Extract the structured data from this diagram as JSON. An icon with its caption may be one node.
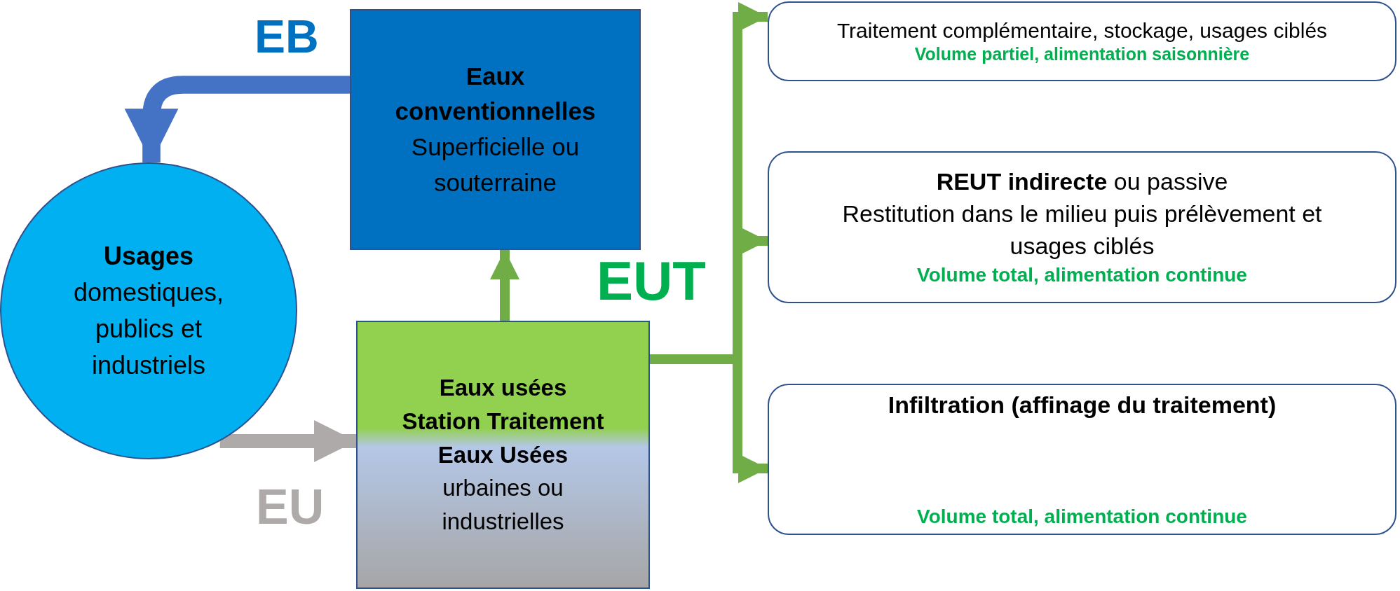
{
  "diagram": {
    "nodes": [
      {
        "text": [
          "Eaux conventionnelles",
          "Superficielle ou souterraine"
        ]
      },
      {
        "text": [
          "Usages",
          "domestiques, publics et industriels"
        ]
      },
      {
        "text": [
          "Eaux usées",
          "Station Traitement Eaux Usées",
          "urbaines ou industrielles"
        ]
      },
      {
        "text": [
          "Traitement complémentaire, stockage, usages ciblés",
          "Volume partiel, alimentation saisonnière"
        ]
      },
      {
        "text": [
          "**REUT indirecte** ou passive",
          "Restitution dans le milieu puis prélèvement et usages ciblés",
          "Volume total, alimentation continue"
        ]
      },
      {
        "text": [
          "Infiltration (affinage du traitement)",
          "Volume total, alimentation continue"
        ]
      }
    ],
    "edges": [
      {
        "from": 0,
        "to": 1,
        "arrow": "to",
        "style": "thick",
        "color": "#4472c4"
      },
      {
        "from": 1,
        "to": 2,
        "arrow": "to",
        "color": "#aeaaaa"
      },
      {
        "from": 2,
        "to": 0,
        "arrow": "to"
      },
      {
        "from": 2,
        "to": 3,
        "arrow": "to"
      },
      {
        "from": 2,
        "to": 4,
        "arrow": "to"
      },
      {
        "from": 2,
        "to": 5,
        "arrow": "to"
      }
    ],
    "labels": [
      "EB",
      "EUT",
      "EU"
    ]
  }
}
